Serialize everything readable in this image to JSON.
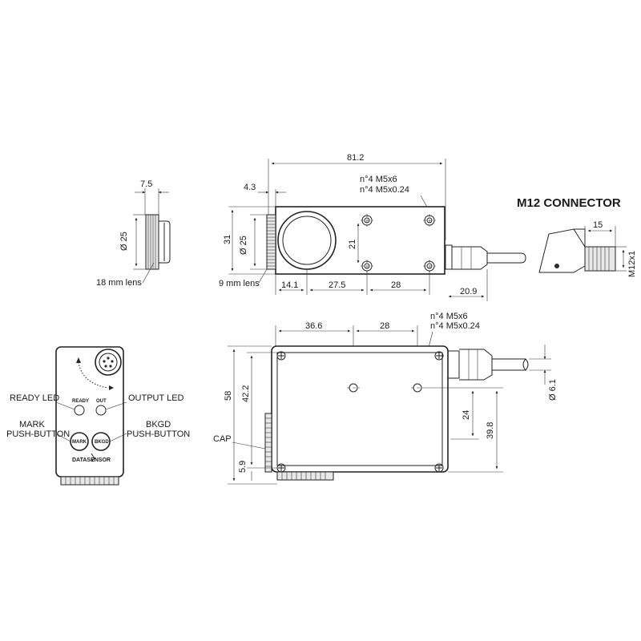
{
  "title": "M12 CONNECTOR",
  "dimensions": {
    "d_7_5": "7.5",
    "d_25_lens18": "Ø 25",
    "d_81_2": "81.2",
    "d_4_3": "4.3",
    "holes_top_1": "n°4 M5x6",
    "holes_top_2": "n°4 M5x0.24",
    "d_31": "31",
    "d_25_lens9": "Ø 25",
    "d_21": "21",
    "d_14_1": "14.1",
    "d_27_5": "27.5",
    "d_28_top": "28",
    "d_20_9": "20.9",
    "d_15": "15",
    "d_m12": "M12x1",
    "d_36_6": "36.6",
    "d_28_front": "28",
    "holes_front_1": "n°4 M5x6",
    "holes_front_2": "n°4 M5x0.24",
    "d_58": "58",
    "d_42_2": "42.2",
    "d_24": "24",
    "d_39_8": "39.8",
    "d_6_1": "Ø 6.1",
    "d_5_9": "5.9"
  },
  "labels": {
    "lens18": "18 mm lens",
    "lens9": "9 mm lens",
    "ready_led": "READY LED",
    "output_led": "OUTPUT LED",
    "mark_1": "MARK",
    "mark_2": "PUSH-BUTTON",
    "bkgd_1": "BKGD",
    "bkgd_2": "PUSH-BUTTON",
    "cap": "CAP"
  },
  "panel": {
    "ready": "READY",
    "out": "OUT",
    "mark": "MARK",
    "bkgd": "BKGD",
    "brand": "DATASENSOR"
  }
}
